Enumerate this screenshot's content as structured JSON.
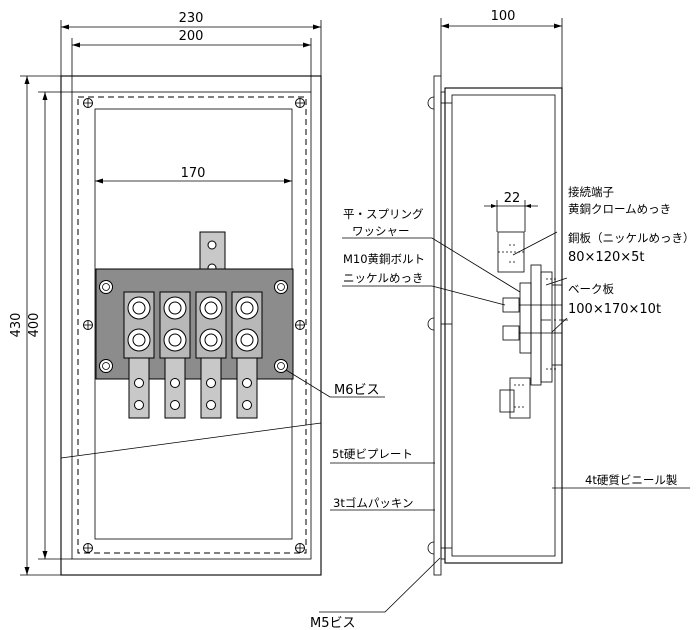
{
  "dimensions": {
    "width_230": "230",
    "width_200": "200",
    "width_170": "170",
    "height_430": "430",
    "height_400": "400",
    "depth_100": "100",
    "width_22": "22"
  },
  "labels": {
    "m6_screw": "M6ビス",
    "m5_screw": "M5ビス",
    "pvc_plate_5t": "5t硬ビプレート",
    "rubber_packing_3t": "3tゴムパッキン",
    "pvc_hard_4t": "4t硬質ビニール製",
    "flat_spring_washer_1": "平・スプリング",
    "flat_spring_washer_2": "ワッシャー",
    "m10_bolt_1": "M10黄銅ボルト",
    "m10_bolt_2": "ニッケルめっき",
    "connection_terminal_1": "接続端子",
    "connection_terminal_2": "黄銅クロームめっき",
    "copper_plate_1": "銅板（ニッケルめっき）",
    "copper_plate_2": "80×120×5t",
    "bakelite_plate_1": "ベーク板",
    "bakelite_plate_2": "100×170×10t"
  }
}
